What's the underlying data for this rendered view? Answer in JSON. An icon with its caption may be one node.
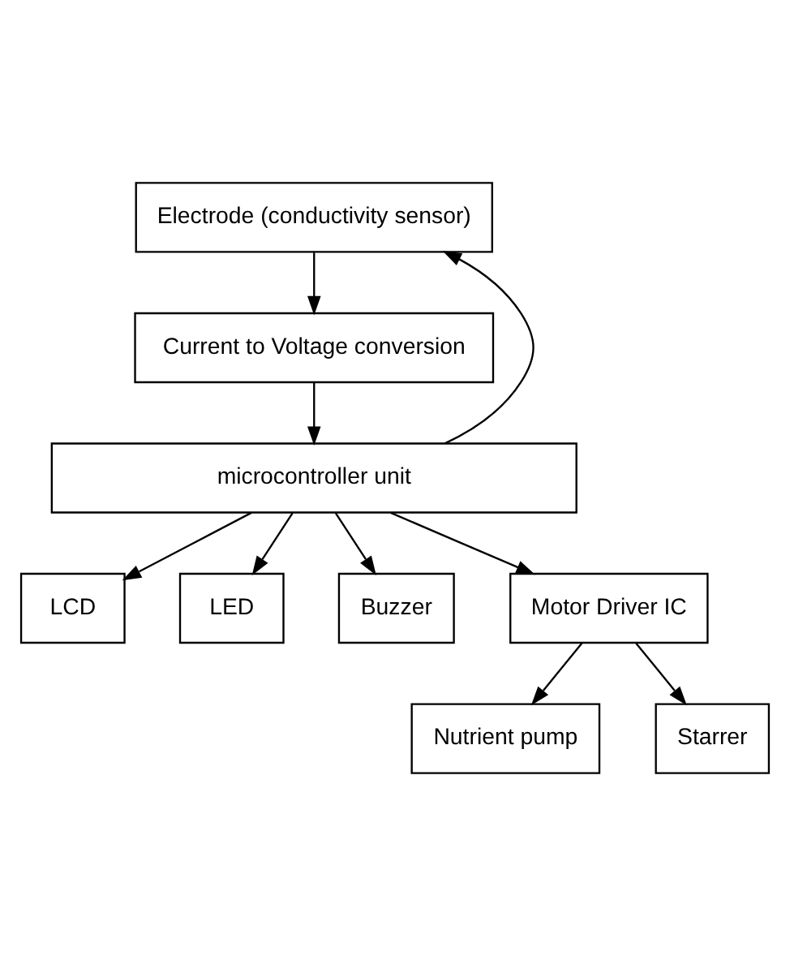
{
  "diagram": {
    "nodes": [
      {
        "text": [
          "Electrode (conductivity sensor)"
        ]
      },
      {
        "text": [
          "Current to Voltage conversion"
        ]
      },
      {
        "text": [
          "microcontroller unit"
        ]
      },
      {
        "text": [
          "LCD"
        ]
      },
      {
        "text": [
          "LED"
        ]
      },
      {
        "text": [
          "Buzzer"
        ]
      },
      {
        "text": [
          "Motor Driver IC"
        ]
      },
      {
        "text": [
          "Nutrient pump"
        ]
      },
      {
        "text": [
          "Starrer"
        ]
      }
    ],
    "edges": [
      {
        "from": 0,
        "to": 1,
        "arrow": "to"
      },
      {
        "from": 1,
        "to": 2,
        "arrow": "to"
      },
      {
        "from": 2,
        "to": 0,
        "arrow": "to"
      },
      {
        "from": 2,
        "to": 3,
        "arrow": "to"
      },
      {
        "from": 2,
        "to": 4,
        "arrow": "to"
      },
      {
        "from": 2,
        "to": 5,
        "arrow": "to"
      },
      {
        "from": 2,
        "to": 6,
        "arrow": "to"
      },
      {
        "from": 6,
        "to": 7,
        "arrow": "to"
      },
      {
        "from": 6,
        "to": 8,
        "arrow": "to"
      }
    ]
  }
}
